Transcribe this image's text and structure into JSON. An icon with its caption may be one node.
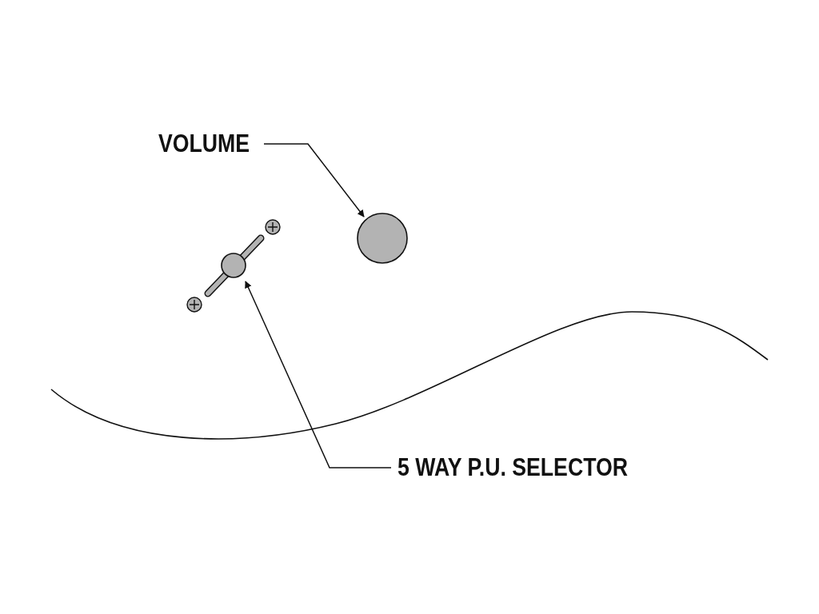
{
  "diagram": {
    "nodes": [
      {
        "text": [
          "VOLUME"
        ]
      },
      {
        "text": [],
        "shape": "circle"
      },
      {
        "text": [],
        "shape": "picture"
      },
      {
        "text": [
          "5 WAY P.U. SELECTOR"
        ]
      }
    ],
    "edges": [
      {
        "from": 0,
        "to": 1,
        "arrow": "to"
      },
      {
        "from": 3,
        "to": 2,
        "arrow": "to"
      }
    ]
  }
}
